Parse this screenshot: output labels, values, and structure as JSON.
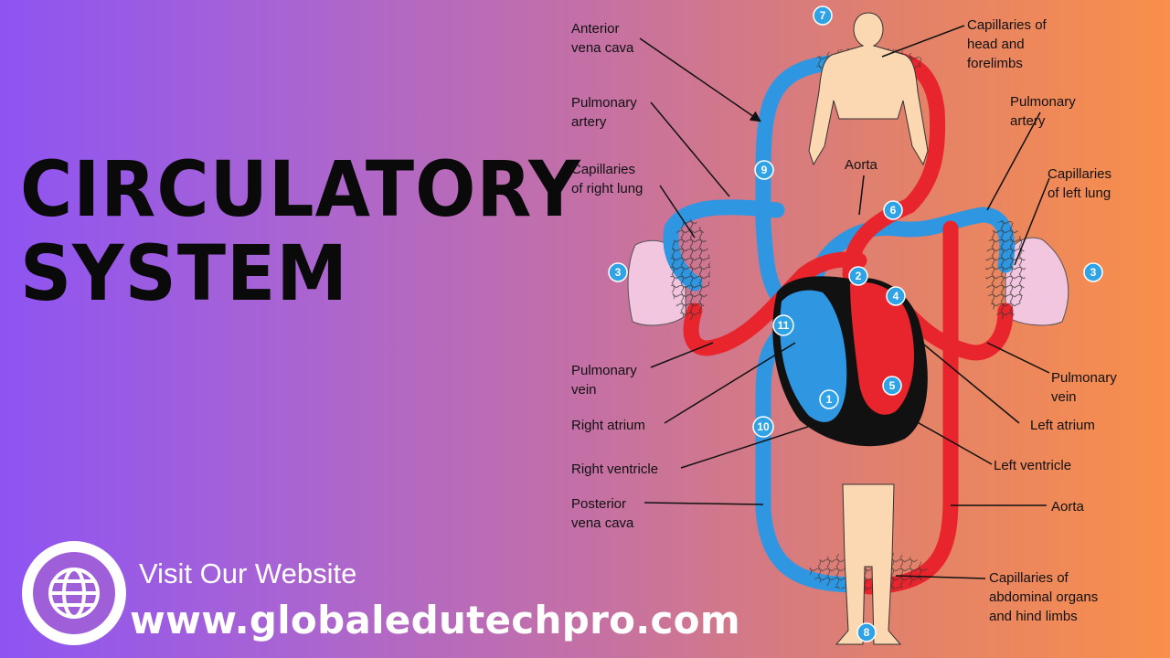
{
  "title": {
    "line1": "CIRCULATORY",
    "line2": "SYSTEM"
  },
  "footer": {
    "visit": "Visit Our Website",
    "url": "www.globaledutechpro.com",
    "icon": "globe-icon"
  },
  "diagram": {
    "labels": {
      "anterior_vena_cava": [
        "Anterior",
        "vena cava"
      ],
      "capillaries_head": [
        "Capillaries of",
        "head and",
        "forelimbs"
      ],
      "pulmonary_artery_left": [
        "Pulmonary",
        "artery"
      ],
      "pulmonary_artery_right": [
        "Pulmonary",
        "artery"
      ],
      "capillaries_right_lung": [
        "Capillaries",
        "of right lung"
      ],
      "aorta_top": [
        "Aorta"
      ],
      "capillaries_left_lung": [
        "Capillaries",
        "of left lung"
      ],
      "pulmonary_vein_left": [
        "Pulmonary",
        "vein"
      ],
      "pulmonary_vein_right": [
        "Pulmonary",
        "vein"
      ],
      "right_atrium": [
        "Right atrium"
      ],
      "left_atrium": [
        "Left atrium"
      ],
      "right_ventricle": [
        "Right ventricle"
      ],
      "left_ventricle": [
        "Left ventricle"
      ],
      "posterior_vena_cava": [
        "Posterior",
        "vena cava"
      ],
      "aorta_bottom": [
        "Aorta"
      ],
      "capillaries_abdominal": [
        "Capillaries of",
        "abdominal organs",
        "and hind limbs"
      ]
    },
    "numbers": [
      "1",
      "2",
      "3",
      "3",
      "4",
      "5",
      "6",
      "7",
      "8",
      "9",
      "10",
      "11"
    ],
    "colors": {
      "deoxygenated": "#2f97e2",
      "oxygenated": "#e8252d",
      "marker": "#2fa3e6",
      "lung": "#f3c6df",
      "body": "#fbd8b1"
    }
  }
}
